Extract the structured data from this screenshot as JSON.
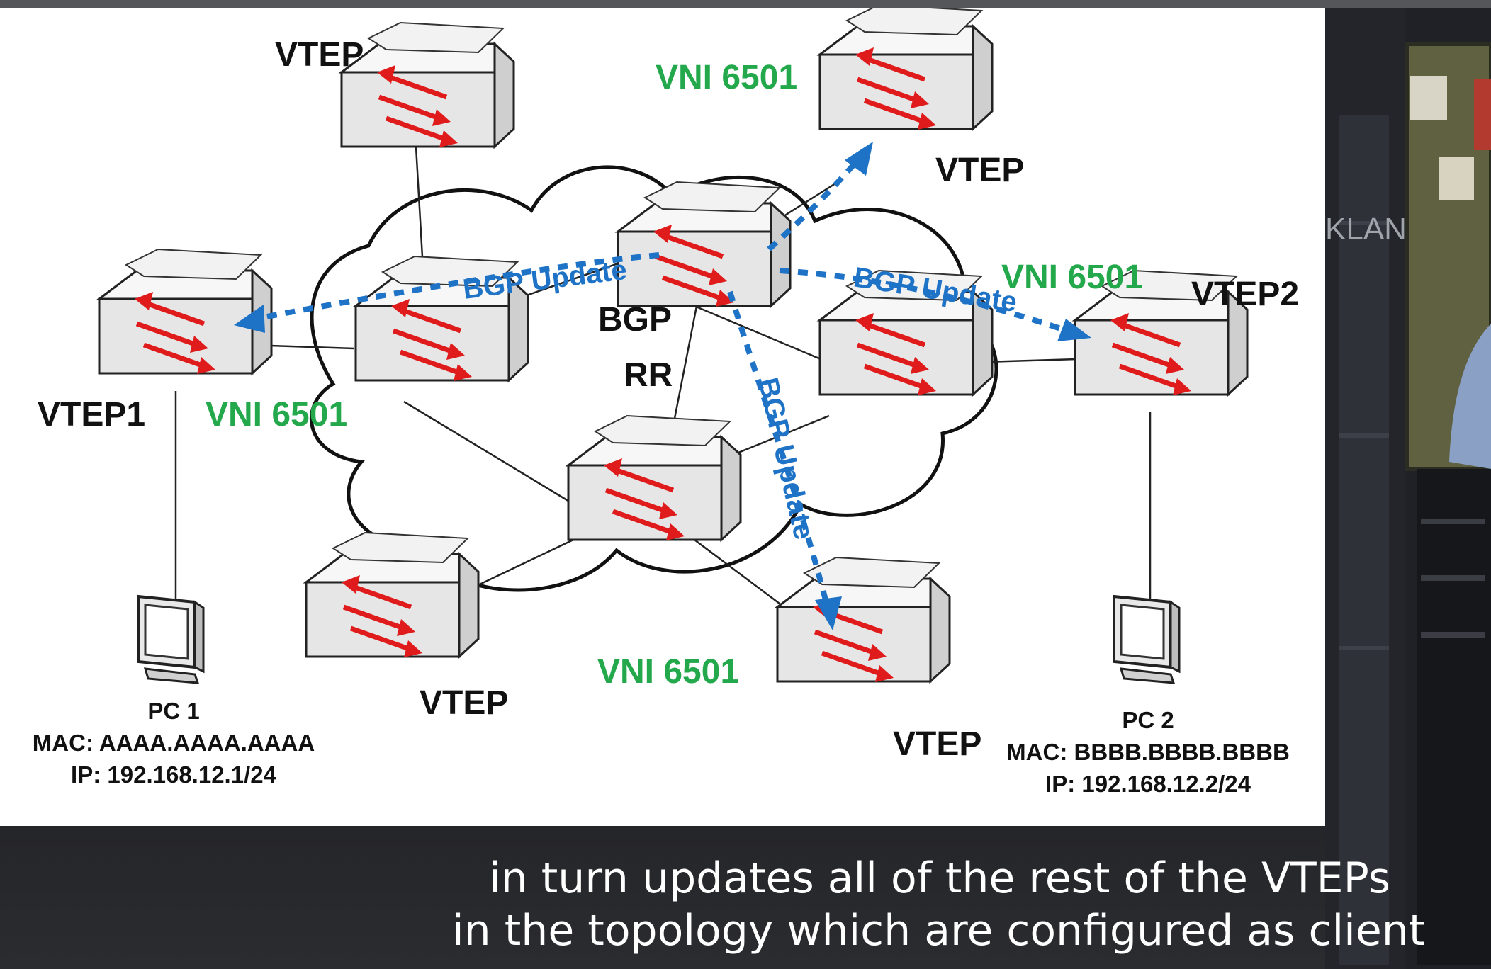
{
  "diagram": {
    "labels": {
      "vtep_top_left": "VTEP",
      "vtep_top_right": "VTEP",
      "vtep1": "VTEP1",
      "vtep2": "VTEP2",
      "vtep_bottom_left": "VTEP",
      "vtep_bottom_right": "VTEP",
      "bgp_rr_line1": "BGP",
      "bgp_rr_line2": "RR"
    },
    "vni": {
      "top": "VNI 6501",
      "right": "VNI 6501",
      "left": "VNI 6501",
      "bottom": "VNI 6501"
    },
    "bgp_updates": {
      "left": "BGP Update",
      "right": "BGP Update",
      "down": "BGP Update"
    },
    "pc1": {
      "name": "PC 1",
      "mac": "MAC: AAAA.AAAA.AAAA",
      "ip": "IP: 192.168.12.1/24"
    },
    "pc2": {
      "name": "PC 2",
      "mac": "MAC: BBBB.BBBB.BBBB",
      "ip": "IP: 192.168.12.2/24"
    },
    "presenter_sign": "KLAN"
  },
  "caption": {
    "line1": "in turn updates all of the rest of the VTEPs",
    "line2": "in the topology which are configured as client"
  },
  "colors": {
    "update_arrow": "#1f73c7",
    "vni": "#23a84c",
    "switch_arrow": "#e01b1b",
    "switch_face": "#ececec"
  }
}
